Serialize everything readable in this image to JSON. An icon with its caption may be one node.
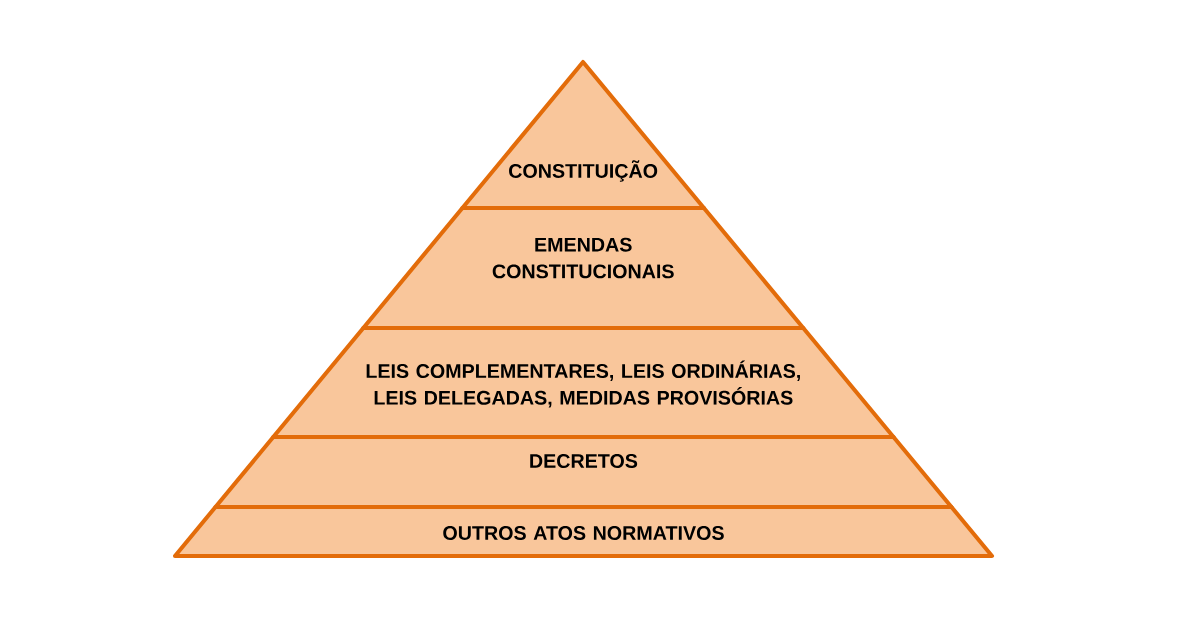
{
  "diagram": {
    "nodes": [
      {
        "text": [
          "CONSTITUIÇÃO"
        ]
      },
      {
        "text": [
          "EMENDAS CONSTITUCIONAIS"
        ]
      },
      {
        "text": [
          "LEIS COMPLEMENTARES, LEIS ORDINÁRIAS, LEIS DELEGADAS, MEDIDAS PROVISÓRIAS"
        ]
      },
      {
        "text": [
          "DECRETOS"
        ]
      },
      {
        "text": [
          "OUTROS ATOS NORMATIVOS"
        ]
      }
    ]
  }
}
